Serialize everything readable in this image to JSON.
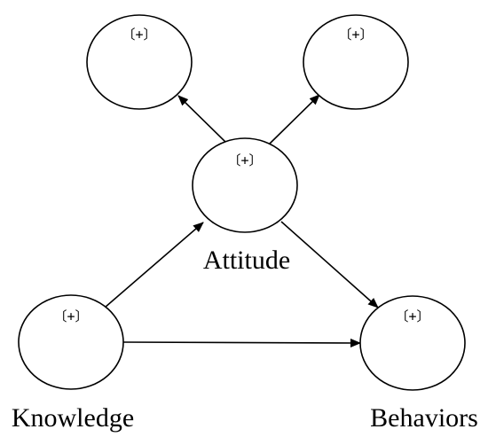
{
  "diagram": {
    "nodes": [
      {
        "id": "top-left",
        "badge": "〔+〕",
        "label": ""
      },
      {
        "id": "top-right",
        "badge": "〔+〕",
        "label": ""
      },
      {
        "id": "attitude",
        "badge": "〔+〕",
        "label": "Attitude"
      },
      {
        "id": "knowledge",
        "badge": "〔+〕",
        "label": "Knowledge"
      },
      {
        "id": "behaviors",
        "badge": "〔+〕",
        "label": "Behaviors"
      }
    ],
    "edges": [
      {
        "from": "attitude",
        "to": "top-left"
      },
      {
        "from": "attitude",
        "to": "top-right"
      },
      {
        "from": "knowledge",
        "to": "attitude"
      },
      {
        "from": "attitude",
        "to": "behaviors"
      },
      {
        "from": "knowledge",
        "to": "behaviors"
      }
    ],
    "colors": {
      "stroke": "#000000",
      "background": "#ffffff"
    }
  }
}
